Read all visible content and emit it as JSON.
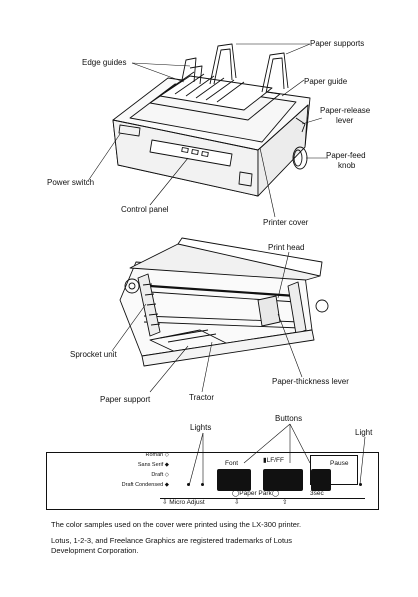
{
  "printer_diagram": {
    "paper_supports": "Paper supports",
    "edge_guides": "Edge guides",
    "paper_guide": "Paper guide",
    "paper_release_lever": [
      "Paper-release",
      "lever"
    ],
    "paper_feed_knob": [
      "Paper-feed",
      "knob"
    ],
    "power_switch": "Power switch",
    "control_panel": "Control panel",
    "printer_cover": "Printer cover"
  },
  "mechanism_diagram": {
    "print_head": "Print head",
    "sprocket_unit": "Sprocket unit",
    "paper_thickness_lever": "Paper-thickness lever",
    "paper_support": "Paper support",
    "tractor": "Tractor"
  },
  "control_panel_diagram": {
    "lights": "Lights",
    "buttons": "Buttons",
    "light": "Light",
    "fonts": [
      "Roman",
      "Sans Serif",
      "Draft",
      "Draft Condensed"
    ],
    "font_button": "Font",
    "lf_ff_button": "LF/FF",
    "pause_button": "Pause",
    "paper_park": "Paper Park",
    "three_sec": "3sec",
    "micro_adjust": "Micro Adjust"
  },
  "footer": {
    "line1": "The color samples used on the cover were printed using the LX-300 printer.",
    "line2": "Lotus, 1-2-3, and Freelance Graphics are registered trademarks of Lotus",
    "line3": "Development Corporation."
  }
}
